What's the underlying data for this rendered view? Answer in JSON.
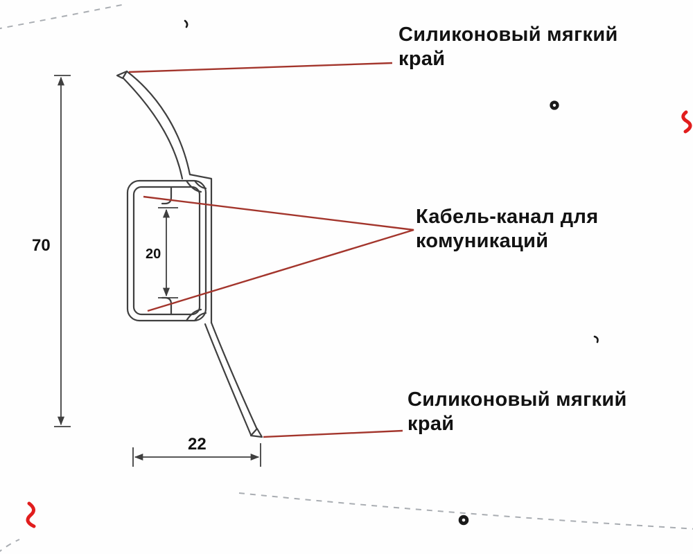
{
  "diagram": {
    "labels": {
      "top_edge": "Силиконовый мягкий\nкрай",
      "cable_channel": "Кабель-канал для\nкомуникаций",
      "bottom_edge": "Силиконовый мягкий\nкрай"
    },
    "dimensions": {
      "height": "70",
      "channel_height": "20",
      "width": "22"
    },
    "colors": {
      "background": "#fefefe",
      "text": "#121212",
      "outline": "#3f3f3f",
      "leader_line": "#a3352c",
      "artifact_red": "#e11d1d",
      "dashed_artifact": "#a9adb2"
    }
  }
}
